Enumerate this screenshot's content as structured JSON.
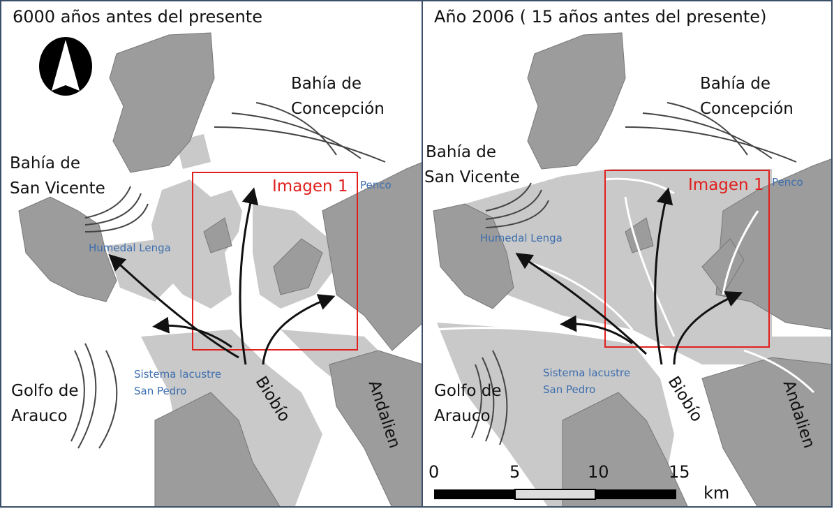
{
  "left_panel": {
    "title": "6000 años antes del presente",
    "labels": {
      "bahia_concepcion_1": "Bahía de",
      "bahia_concepcion_2": "Concepción",
      "bahia_san_vicente_1": "Bahía de",
      "bahia_san_vicente_2": "San Vicente",
      "golfo_arauco_1": "Golfo de",
      "golfo_arauco_2": "Arauco",
      "biobio": "Biobío",
      "andalien": "Andalien",
      "penco": "Penco",
      "humedal_lenga": "Humedal Lenga",
      "sistema_lacustre_1": "Sistema lacustre",
      "sistema_lacustre_2": "San Pedro",
      "imagen": "Imagen 1"
    }
  },
  "right_panel": {
    "title": "Año 2006 ( 15 años antes del presente)",
    "labels": {
      "bahia_concepcion_1": "Bahía de",
      "bahia_concepcion_2": "Concepción",
      "bahia_san_vicente_1": "Bahía de",
      "bahia_san_vicente_2": "San Vicente",
      "golfo_arauco_1": "Golfo de",
      "golfo_arauco_2": "Arauco",
      "biobio": "Biobío",
      "andalien": "Andalien",
      "penco": "Penco",
      "humedal_lenga": "Humedal Lenga",
      "sistema_lacustre_1": "Sistema lacustre",
      "sistema_lacustre_2": "San Pedro",
      "imagen": "Imagen 1"
    },
    "scale_bar": {
      "ticks": [
        "0",
        "5",
        "10",
        "15"
      ],
      "unit": "km"
    }
  },
  "colors": {
    "border": "#3b5068",
    "highlight_box": "#e0201e",
    "label_blue": "#3e6fae",
    "lowland": "#c9c9c9",
    "terrain": "#9c9c9c"
  }
}
